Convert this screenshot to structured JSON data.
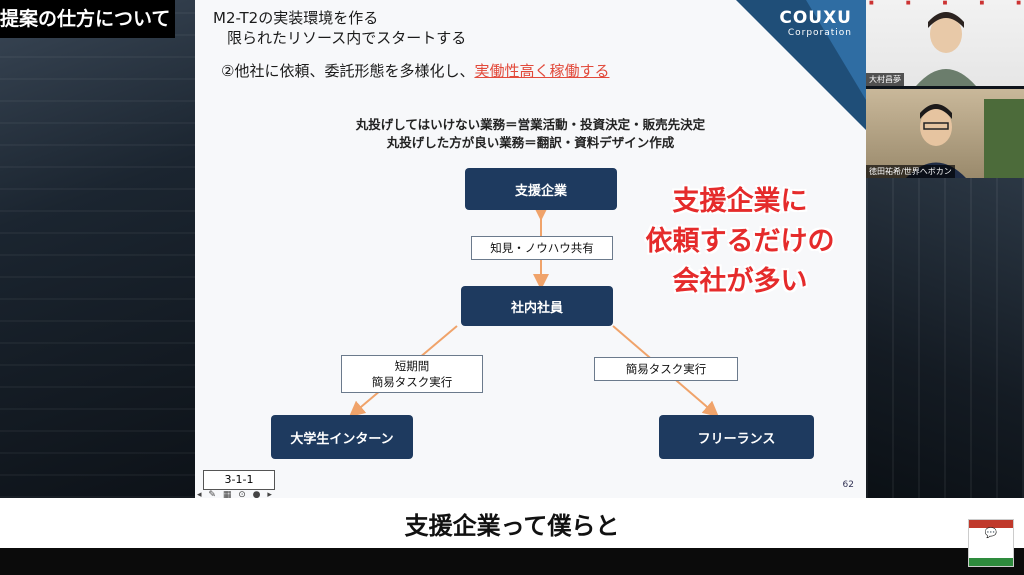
{
  "page_title": "提案の仕方について",
  "subtitle": "支援企業って僕らと",
  "slide": {
    "heading_line1": "M2-T2の実装環境を作る",
    "heading_line2": "限られたリソース内でスタートする",
    "point_prefix": "②他社に依頼、委託形態を多様化し、",
    "point_highlight": "実働性高く稼働する",
    "rule_line1": "丸投げしてはいけない業務＝営業活動・投資決定・販売先決定",
    "rule_line2": "丸投げした方が良い業務＝翻訳・資料デザイン作成",
    "box_support": "支援企業",
    "box_staff": "社内社員",
    "box_intern": "大学生インターン",
    "box_freelance": "フリーランス",
    "label_knowhow": "知見・ノウハウ共有",
    "label_short_line1": "短期間",
    "label_short_line2": "簡易タスク実行",
    "label_simple": "簡易タスク実行",
    "callout_line1": "支援企業に",
    "callout_line2": "依頼するだけの",
    "callout_line3": "会社が多い",
    "slide_id": "3-1-1",
    "page_number": "62",
    "logo_main": "COUXU",
    "logo_sub": "Corporation"
  },
  "participants": [
    {
      "name": "大村昌夢"
    },
    {
      "name": "徳田祐希/世界へボカン"
    }
  ],
  "colors": {
    "navy": "#1e3a5f",
    "accent_red": "#e24a3b",
    "arrow_orange": "#f0a36a"
  }
}
